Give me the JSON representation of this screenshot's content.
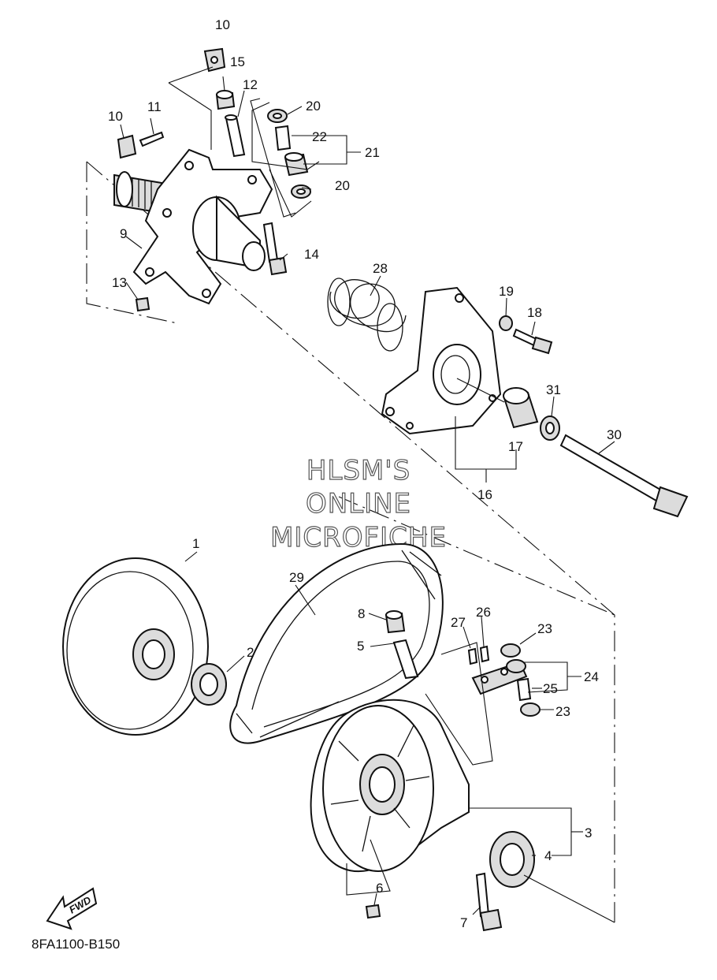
{
  "diagram_code": "8FA1100-B150",
  "watermark": {
    "line1": "HLSM'S",
    "line2": "ONLINE",
    "line3": "MICROFICHE"
  },
  "fwd_label": "FWD",
  "callouts": {
    "c1": "1",
    "c2": "2",
    "c3": "3",
    "c4": "4",
    "c5": "5",
    "c6": "6",
    "c7": "7",
    "c8": "8",
    "c9": "9",
    "c10a": "10",
    "c10b": "10",
    "c11": "11",
    "c12": "12",
    "c13": "13",
    "c14": "14",
    "c15": "15",
    "c16": "16",
    "c17": "17",
    "c18": "18",
    "c19": "19",
    "c20a": "20",
    "c20b": "20",
    "c21": "21",
    "c22": "22",
    "c23a": "23",
    "c23b": "23",
    "c24": "24",
    "c25": "25",
    "c26": "26",
    "c27": "27",
    "c28": "28",
    "c29": "29",
    "c30": "30",
    "c31": "31"
  }
}
